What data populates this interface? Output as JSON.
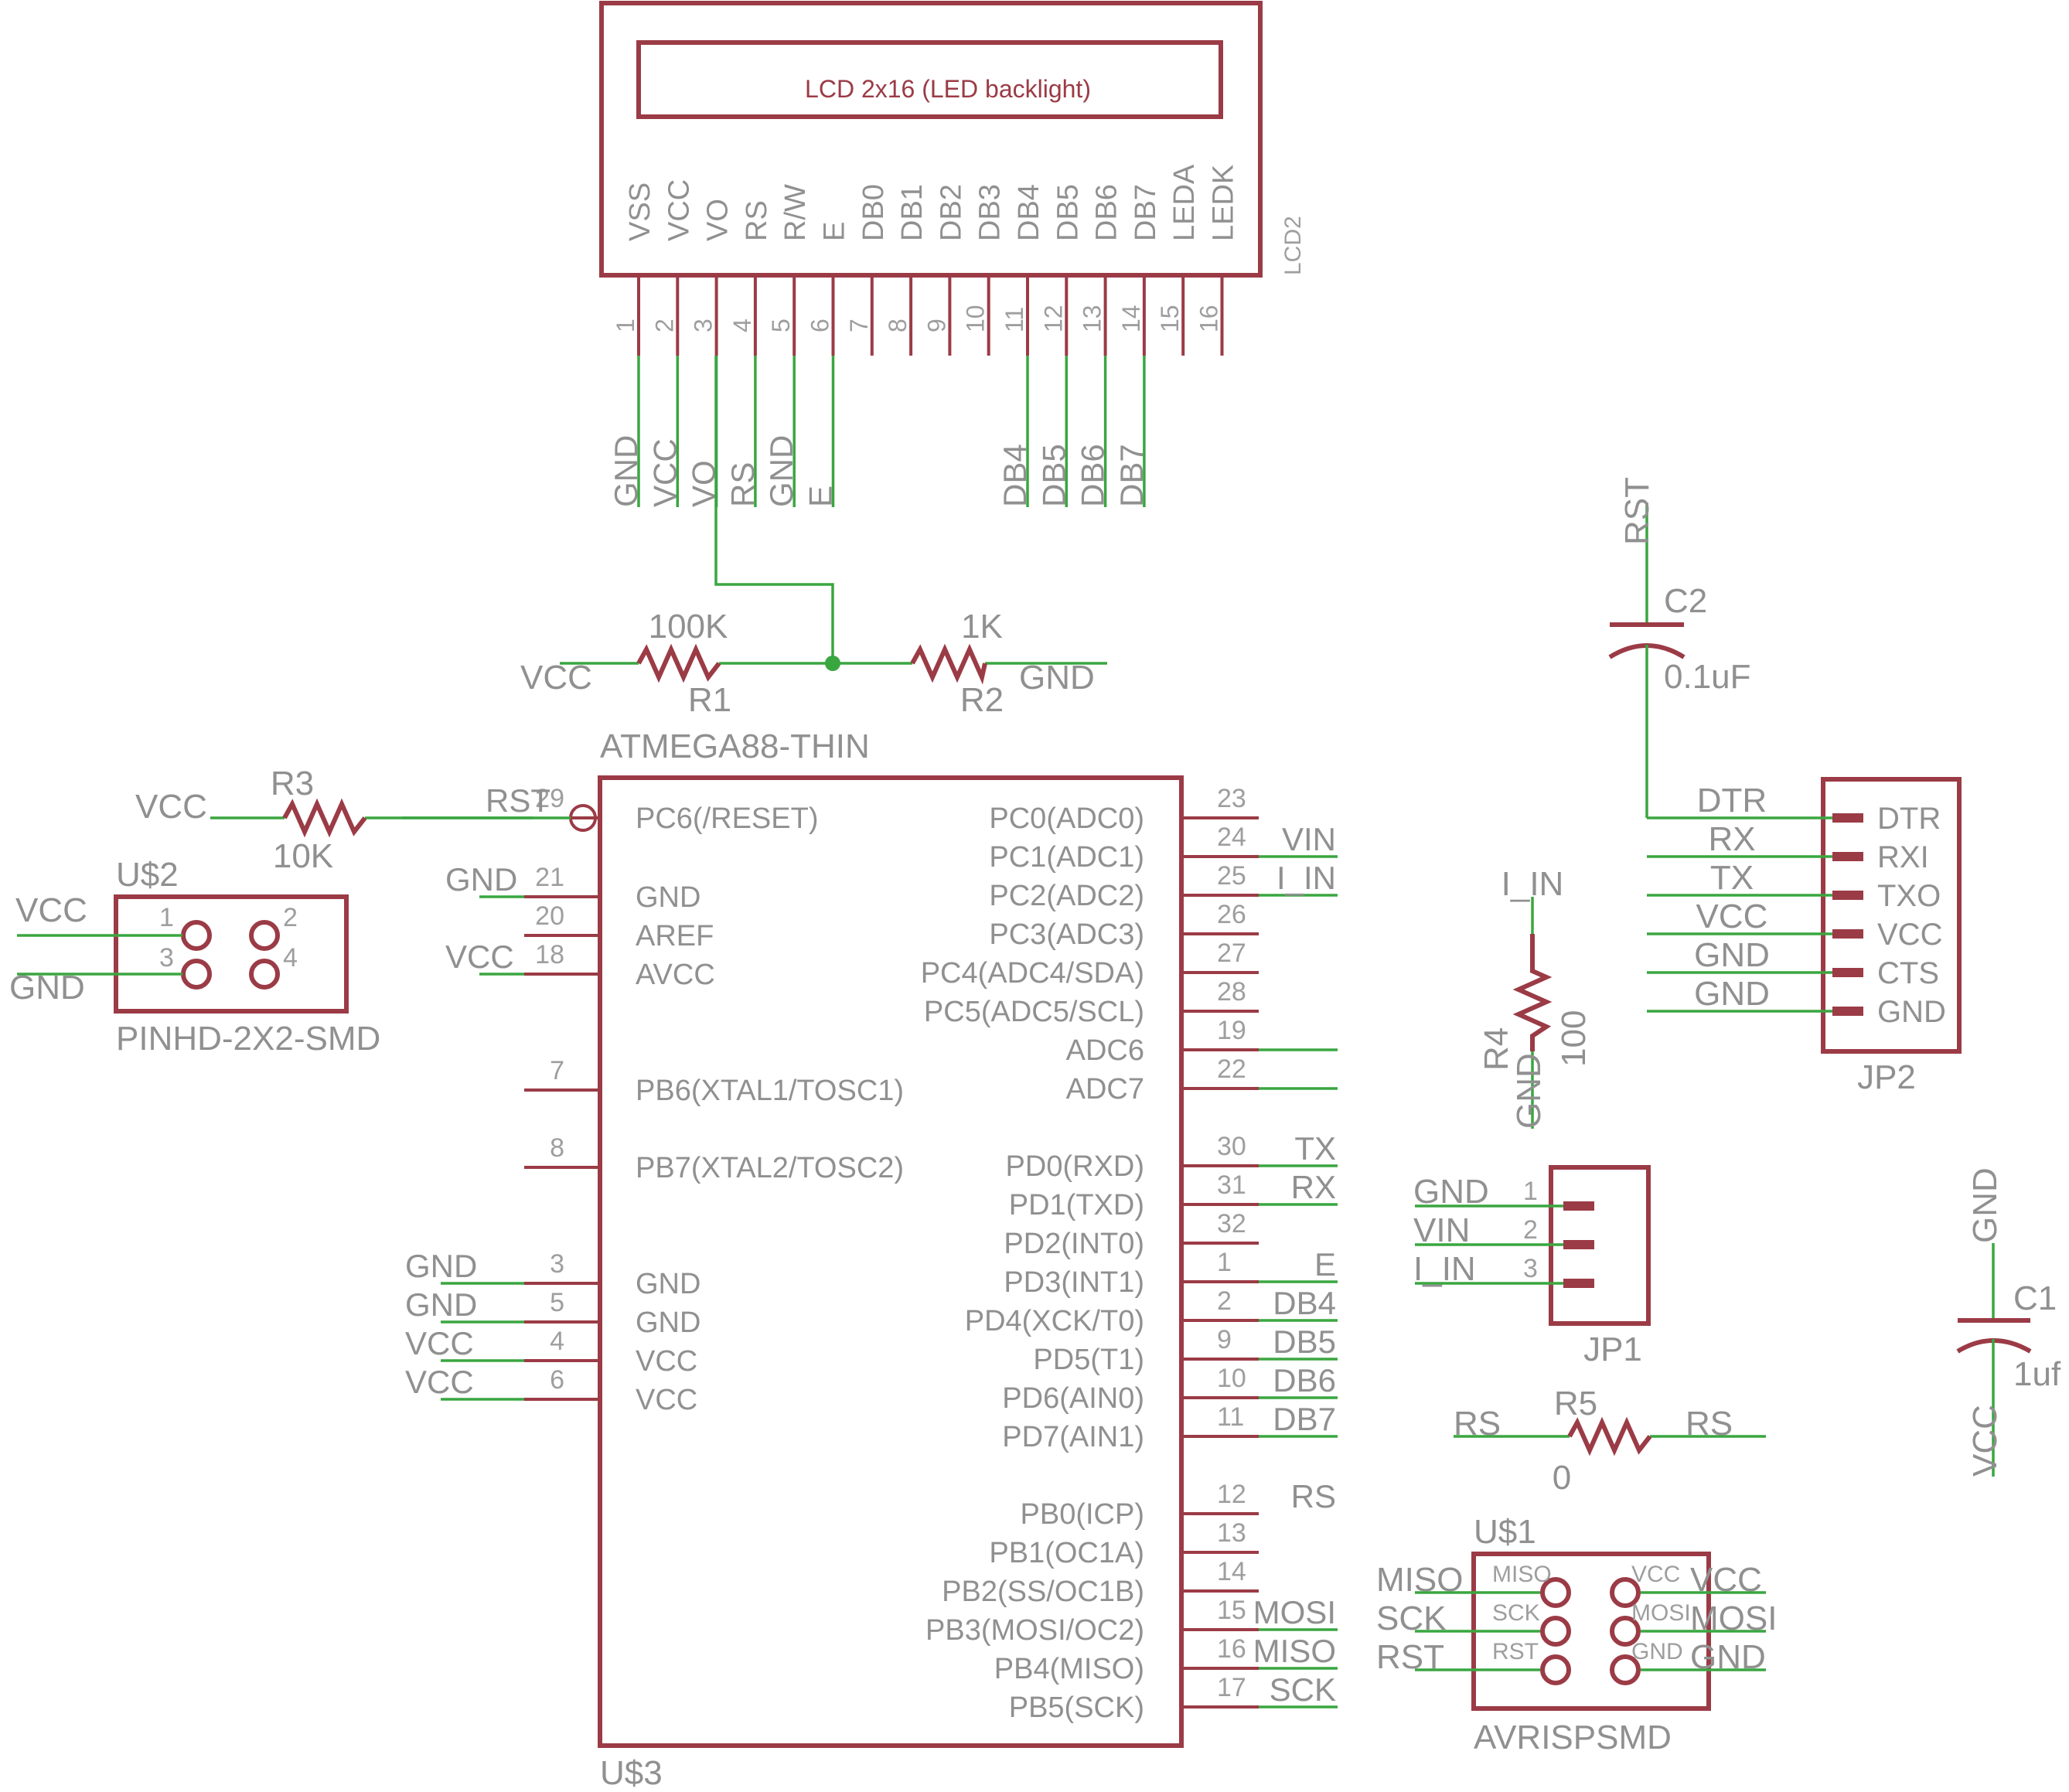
{
  "lcd": {
    "title": "LCD 2x16 (LED backlight)",
    "name": "LCD2",
    "pins": [
      "VSS",
      "VCC",
      "VO",
      "RS",
      "R/W",
      "E",
      "DB0",
      "DB1",
      "DB2",
      "DB3",
      "DB4",
      "DB5",
      "DB6",
      "DB7",
      "LEDA",
      "LEDK"
    ],
    "numbers": [
      "1",
      "2",
      "3",
      "4",
      "5",
      "6",
      "7",
      "8",
      "9",
      "10",
      "11",
      "12",
      "13",
      "14",
      "15",
      "16"
    ],
    "nets": [
      "GND",
      "VCC",
      "VO",
      "RS",
      "GND",
      "E",
      "DB4",
      "DB5",
      "DB6",
      "DB7"
    ]
  },
  "r1": {
    "value": "100K",
    "name": "R1",
    "left_net": "VCC"
  },
  "r2": {
    "value": "1K",
    "name": "R2",
    "right_net": "GND"
  },
  "mcu": {
    "device": "ATMEGA88-THIN",
    "name": "U$3",
    "left_pins": [
      "PC6(/RESET)",
      "GND",
      "AREF",
      "AVCC",
      "PB6(XTAL1/TOSC1)",
      "PB7(XTAL2/TOSC2)",
      "GND",
      "GND",
      "VCC",
      "VCC"
    ],
    "left_numbers": [
      "29",
      "21",
      "20",
      "18",
      "7",
      "8",
      "3",
      "5",
      "4",
      "6"
    ],
    "left_nets": [
      "RST",
      "GND",
      "",
      "VCC",
      "",
      "",
      "GND",
      "GND",
      "VCC",
      "VCC"
    ],
    "right_pins": [
      "PC0(ADC0)",
      "PC1(ADC1)",
      "PC2(ADC2)",
      "PC3(ADC3)",
      "PC4(ADC4/SDA)",
      "PC5(ADC5/SCL)",
      "ADC6",
      "ADC7",
      "PD0(RXD)",
      "PD1(TXD)",
      "PD2(INT0)",
      "PD3(INT1)",
      "PD4(XCK/T0)",
      "PD5(T1)",
      "PD6(AIN0)",
      "PD7(AIN1)",
      "PB0(ICP)",
      "PB1(OC1A)",
      "PB2(SS/OC1B)",
      "PB3(MOSI/OC2)",
      "PB4(MISO)",
      "PB5(SCK)"
    ],
    "right_numbers": [
      "23",
      "24",
      "25",
      "26",
      "27",
      "28",
      "19",
      "22",
      "30",
      "31",
      "32",
      "1",
      "2",
      "9",
      "10",
      "11",
      "12",
      "13",
      "14",
      "15",
      "16",
      "17"
    ],
    "right_nets": [
      "",
      "VIN",
      "I_IN",
      "",
      "",
      "",
      "",
      "",
      "TX",
      "RX",
      "",
      "E",
      "DB4",
      "DB5",
      "DB6",
      "DB7",
      "RS",
      "",
      "",
      "MOSI",
      "MISO",
      "SCK"
    ]
  },
  "r3": {
    "name": "R3",
    "value": "10K",
    "left_net": "VCC"
  },
  "u2": {
    "name": "U$2",
    "device": "PINHD-2X2-SMD",
    "pin_numbers": [
      "1",
      "2",
      "3",
      "4"
    ],
    "nets": [
      "VCC",
      "GND"
    ]
  },
  "c2": {
    "name": "C2",
    "value": "0.1uF",
    "net": "RST"
  },
  "jp2": {
    "name": "JP2",
    "pins": [
      "DTR",
      "RXI",
      "TXO",
      "VCC",
      "CTS",
      "GND"
    ],
    "nets": [
      "DTR",
      "RX",
      "TX",
      "VCC",
      "GND",
      "GND"
    ]
  },
  "r4": {
    "name": "R4",
    "value": "100",
    "top_net": "I_IN",
    "bottom_net": "GND"
  },
  "jp1": {
    "name": "JP1",
    "nets": [
      "GND",
      "VIN",
      "I_IN"
    ],
    "numbers": [
      "1",
      "2",
      "3"
    ]
  },
  "c1": {
    "name": "C1",
    "value": "1uf",
    "top_net": "GND",
    "bottom_net": "VCC"
  },
  "r5": {
    "name": "R5",
    "value": "0",
    "left_net": "RS",
    "right_net": "RS"
  },
  "u1": {
    "name": "U$1",
    "device": "AVRISPSMD",
    "left_pins": [
      "MISO",
      "SCK",
      "RST"
    ],
    "right_pins": [
      "VCC",
      "MOSI",
      "GND"
    ],
    "left_nets": [
      "MISO",
      "SCK",
      "RST"
    ],
    "right_nets": [
      "VCC",
      "MOSI",
      "GND"
    ]
  }
}
